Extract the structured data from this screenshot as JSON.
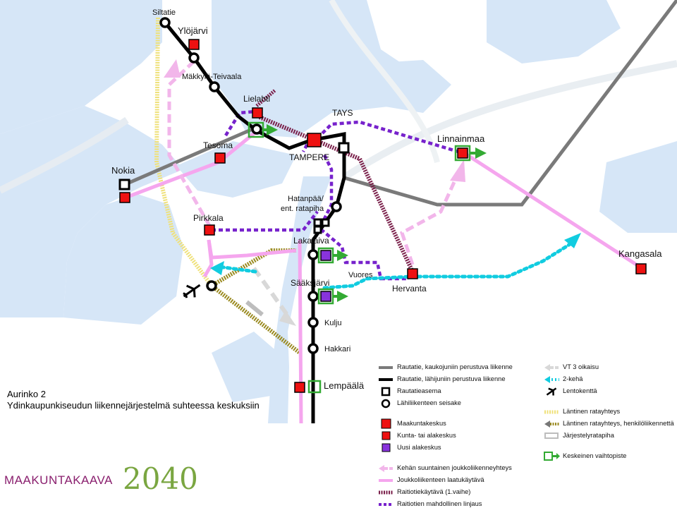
{
  "map": {
    "places": {
      "siltatie": "Siltatie",
      "ylojarvi": "Ylöjärvi",
      "makkyla": "Mäkkylä-Teivaala",
      "lielahti": "Lielahti",
      "tays": "TAYS",
      "tesoma": "Tesoma",
      "tampere": "TAMPERE",
      "linnainmaa": "Linnainmaa",
      "nokia": "Nokia",
      "hatanpaa_1": "Hatanpää/",
      "hatanpaa_2": "ent. ratapiha",
      "pirkkala": "Pirkkala",
      "lakalaiva": "Lakalaiva",
      "kangasala": "Kangasala",
      "vuores": "Vuores",
      "saaksjarvi": "Sääksjärvi",
      "hervanta": "Hervanta",
      "kulju": "Kulju",
      "hakkari": "Hakkari",
      "lempaala": "Lempäälä"
    },
    "caption_title": "Aurinko 2",
    "caption_subtitle": "Ydinkaupunkiseudun liikennejärjestelmä suhteessa keskuksiin"
  },
  "legend_left": [
    {
      "key": "rail-long",
      "text": "Rautatie, kaukojuniin perustuva liikenne"
    },
    {
      "key": "rail-local",
      "text": "Rautatie, lähijuniin perustuva liikenne"
    },
    {
      "key": "station",
      "text": "Rautatieasema"
    },
    {
      "key": "stop",
      "text": "Lähiliikenteen seisake"
    },
    {
      "key": "gap"
    },
    {
      "key": "city-center",
      "text": "Maakuntakeskus"
    },
    {
      "key": "sub-center",
      "text": "Kunta- tai alakeskus"
    },
    {
      "key": "new-center",
      "text": "Uusi alakeskus"
    },
    {
      "key": "gap"
    },
    {
      "key": "cross-link",
      "text": "Kehän suuntainen joukkoliikenneyhteys"
    },
    {
      "key": "quality-corridor",
      "text": "Joukkoliikenteen laatukäytävä"
    },
    {
      "key": "tram-phase1",
      "text": "Raitiotiekäytävä (1.vaihe)"
    },
    {
      "key": "tram-possible",
      "text": "Raitiotien mahdollinen linjaus"
    }
  ],
  "legend_right": [
    {
      "key": "vt3",
      "text": "VT 3 oikaisu"
    },
    {
      "key": "ring2",
      "text": "2-kehä"
    },
    {
      "key": "airport",
      "text": "Lentokenttä"
    },
    {
      "key": "gap"
    },
    {
      "key": "west-rail",
      "text": "Läntinen ratayhteys"
    },
    {
      "key": "west-rail-passenger",
      "text": "Läntinen ratayhteys, henkilöliikennettä"
    },
    {
      "key": "rail-yard",
      "text": "Järjestelyratapiha"
    },
    {
      "key": "gap"
    },
    {
      "key": "interchange",
      "text": "Keskeinen vaihtopiste"
    }
  ],
  "brand": {
    "name": "MAAKUNTAKAAVA",
    "year": "2040"
  },
  "colors": {
    "water": "#d6e6f7",
    "rail_long": "#777777",
    "rail_local": "#000000",
    "center_red": "#ee1111",
    "new_center_purple": "#8833dd",
    "interchange_green": "#33aa33",
    "cross_link": "#f2b6ea",
    "corridor_pink": "#f5a6ee",
    "tram_phase1": "#7a1f4a",
    "tram_possible": "#7722cc",
    "ring2": "#11cce0",
    "west_rail": "#efe17a",
    "west_rail_passenger": "#9a8a20"
  }
}
